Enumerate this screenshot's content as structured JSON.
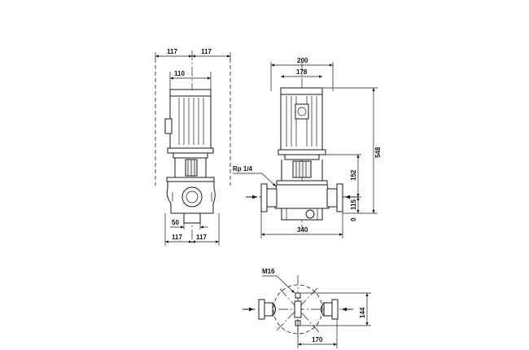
{
  "side_view": {
    "dims": {
      "top_left": "117",
      "top_right": "117",
      "motor_width": "110",
      "pipe_offset": "50",
      "bottom_left": "117",
      "bottom_right": "117"
    }
  },
  "front_view": {
    "dims": {
      "overall_width_top": "200",
      "motor_width": "178",
      "overall_height": "548",
      "flange_to_coupling": "152",
      "pipe_height": "115",
      "base_level": "0",
      "port_to_port": "340"
    },
    "labels": {
      "gauge_port": "Rp 1/4"
    }
  },
  "foot_view": {
    "dims": {
      "bolt": "M16",
      "bolt_spacing_vertical": "144",
      "bolt_spacing_horizontal": "170"
    }
  }
}
